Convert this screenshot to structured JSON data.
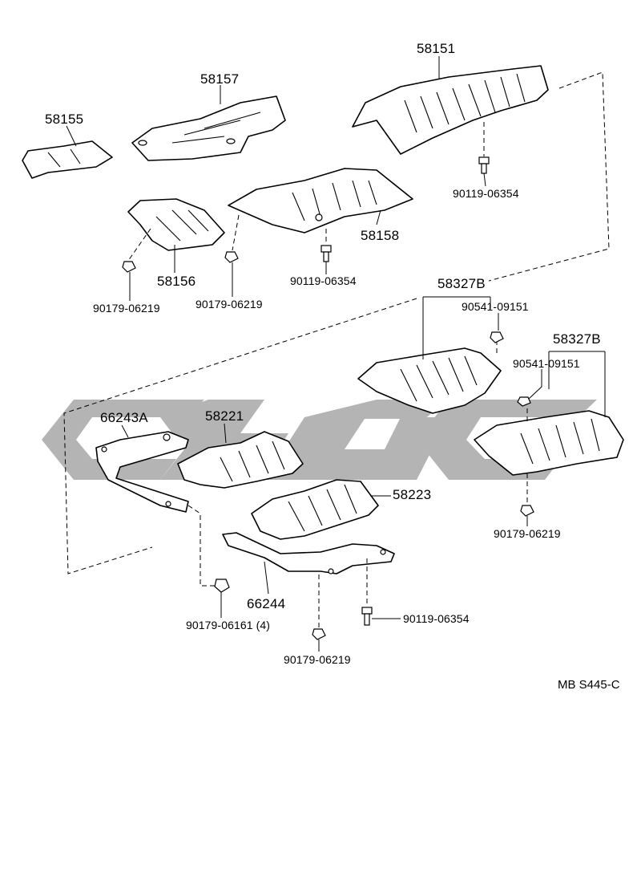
{
  "diagram": {
    "code": "MB S445-C",
    "watermark_color": "#b4b4b4",
    "parts": [
      {
        "id": "p58151",
        "label": "58151"
      },
      {
        "id": "p58157",
        "label": "58157"
      },
      {
        "id": "p58155",
        "label": "58155"
      },
      {
        "id": "p58158",
        "label": "58158"
      },
      {
        "id": "p58156",
        "label": "58156"
      },
      {
        "id": "p58327b_1",
        "label": "58327B"
      },
      {
        "id": "p58327b_2",
        "label": "58327B"
      },
      {
        "id": "p66243a",
        "label": "66243A"
      },
      {
        "id": "p58221",
        "label": "58221"
      },
      {
        "id": "p58223",
        "label": "58223"
      },
      {
        "id": "p66244",
        "label": "66244"
      }
    ],
    "fasteners": [
      {
        "id": "f1",
        "label": "90119-06354"
      },
      {
        "id": "f2",
        "label": "90119-06354"
      },
      {
        "id": "f3",
        "label": "90179-06219"
      },
      {
        "id": "f4",
        "label": "90179-06219"
      },
      {
        "id": "f5",
        "label": "90541-09151"
      },
      {
        "id": "f6",
        "label": "90541-09151"
      },
      {
        "id": "f7",
        "label": "90179-06219"
      },
      {
        "id": "f8",
        "label": "90179-06161 (4)"
      },
      {
        "id": "f9",
        "label": "90119-06354"
      },
      {
        "id": "f10",
        "label": "90179-06219"
      }
    ]
  }
}
